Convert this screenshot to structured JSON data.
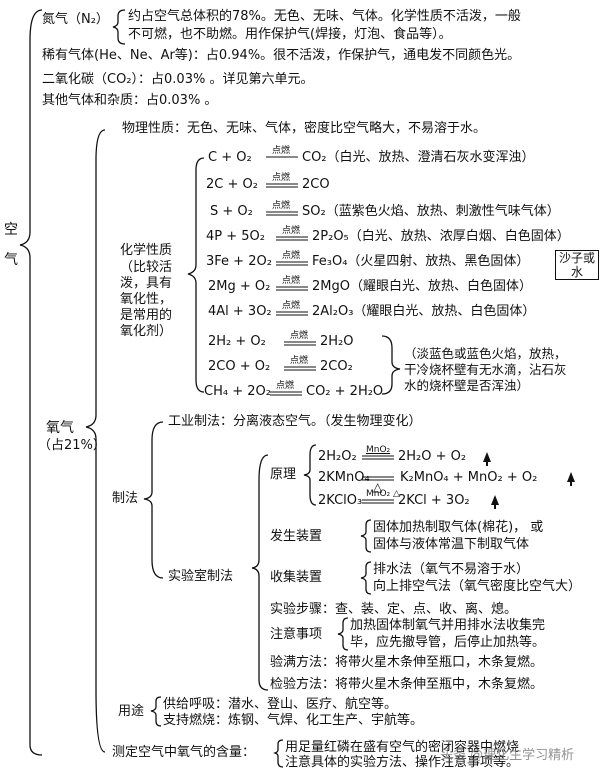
{
  "root": "空气",
  "other_components": {
    "n2_a": "氮气（N₂）",
    "n2_b": "约占空气总体积的78%。无色、无味、气体。化学性质不活泼，一般",
    "n2_c": "不可燃，也不助燃。用作保护气(焊接，灯泡、食品等）。",
    "rare": "稀有气体(He、Ne、Ar等)：占0.94%。很不活泼，作保护气，通电发不同颜色光。",
    "co2": "二氧化碳（CO₂）：占0.03% 。详见第六单元。",
    "other": "其他气体和杂质：占0.03% 。"
  },
  "oxygen": {
    "label": "氧气",
    "ratio": "（占21%）",
    "physical": "物理性质：无色、无味、气体，密度比空气略大，不易溶于水。",
    "chem_label": [
      "化学性质",
      "（比较活",
      "泼，具有",
      "氧化性，",
      "是常用的",
      "氧化剂）"
    ],
    "condition": "点燃",
    "reactions": [
      {
        "left": "C + O₂",
        "right": "CO₂（白光、放热、澄清石灰水变浑浊）"
      },
      {
        "left": "2C + O₂",
        "right": "2CO"
      },
      {
        "left": "S + O₂",
        "right": "SO₂（蓝紫色火焰、放热、刺激性气味气体）"
      },
      {
        "left": "4P + 5O₂",
        "right": "2P₂O₅（白光、放热、浓厚白烟、白色固体）"
      },
      {
        "left": "3Fe + 2O₂",
        "right": "Fe₃O₄（火星四射、放热、黑色固体）"
      },
      {
        "left": "2Mg + O₂",
        "right": "2MgO（耀眼白光、放热、白色固体）"
      },
      {
        "left": "4Al + 3O₂",
        "right": "2Al₂O₃（耀眼白光、放热、白色固体）"
      },
      {
        "left": "2H₂ + O₂",
        "right": "2H₂O"
      },
      {
        "left": "2CO + O₂",
        "right": "2CO₂"
      },
      {
        "left": "CH₄ + 2O₂",
        "right": "CO₂ + 2H₂O"
      }
    ],
    "fe_note": "沙子或水",
    "combust_note": [
      "（淡蓝色或蓝色火焰，放热，",
      "干冷烧杯壁有无水滴，沾石灰",
      "水的烧杯壁是否浑浊）"
    ],
    "prep": {
      "label": "制法",
      "industrial": "工业制法：分离液态空气。（发生物理变化）",
      "lab": "实验室制法",
      "principle_label": "原理",
      "principle": [
        {
          "left": "2H₂O₂",
          "cond": "MnO₂",
          "right": "2H₂O + O₂"
        },
        {
          "left": "2KMnO₄",
          "cond": "△",
          "right": "K₂MnO₄ + MnO₂ + O₂"
        },
        {
          "left": "2KClO₃",
          "cond": "MnO₂ △",
          "right": "2KCl + 3O₂"
        }
      ],
      "apparatus_label": "发生装置",
      "apparatus": [
        "固体加热制取气体(棉花)，  或",
        "固体与液体常温下制取气体"
      ],
      "collect_label": "收集装置",
      "collect": [
        "排水法（氧气不易溶于水）",
        "向上排空气法（氧气密度比空气大）"
      ],
      "steps": "实验步骤：查、装、定、点、收、离、熄。",
      "notes_label": "注意事项",
      "notes": [
        "加热固体制氧气并用排水法收集完",
        "毕，应先撤导管，后停止加热等。"
      ],
      "full": "验满方法：将带火星木条伸至瓶口，木条复燃。",
      "test": "检验方法：将带火星木条伸至瓶中，木条复燃。"
    },
    "use_label": "用途",
    "uses": [
      "供给呼吸：潜水、登山、医疗、航空等。",
      "支持燃烧：炼钢、气焊、化工生产、宇航等。"
    ]
  },
  "measure_label": "测定空气中氧气的含量：",
  "measure": [
    "用足量红磷在盛有空气的密闭容器中燃烧",
    "注意具体的实验方法、操作注意事项等。"
  ],
  "watermark": "头条 @理化生学习精析"
}
